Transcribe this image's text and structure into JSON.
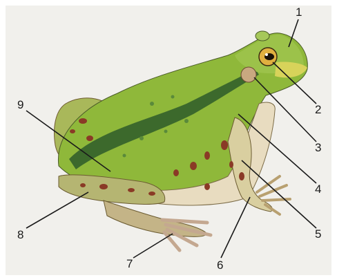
{
  "figure": {
    "subject": "frog-external-anatomy",
    "callouts": [
      {
        "number": "1"
      },
      {
        "number": "2"
      },
      {
        "number": "3"
      },
      {
        "number": "4"
      },
      {
        "number": "5"
      },
      {
        "number": "6"
      },
      {
        "number": "7"
      },
      {
        "number": "8"
      },
      {
        "number": "9"
      }
    ]
  },
  "colors": {
    "background": "#f1f0ec",
    "back_green": "#8fb83a",
    "dark_stripe": "#2e5a2a",
    "belly": "#e8dcc0",
    "spots": "#8a3a26",
    "line": "#1a1a1a"
  }
}
